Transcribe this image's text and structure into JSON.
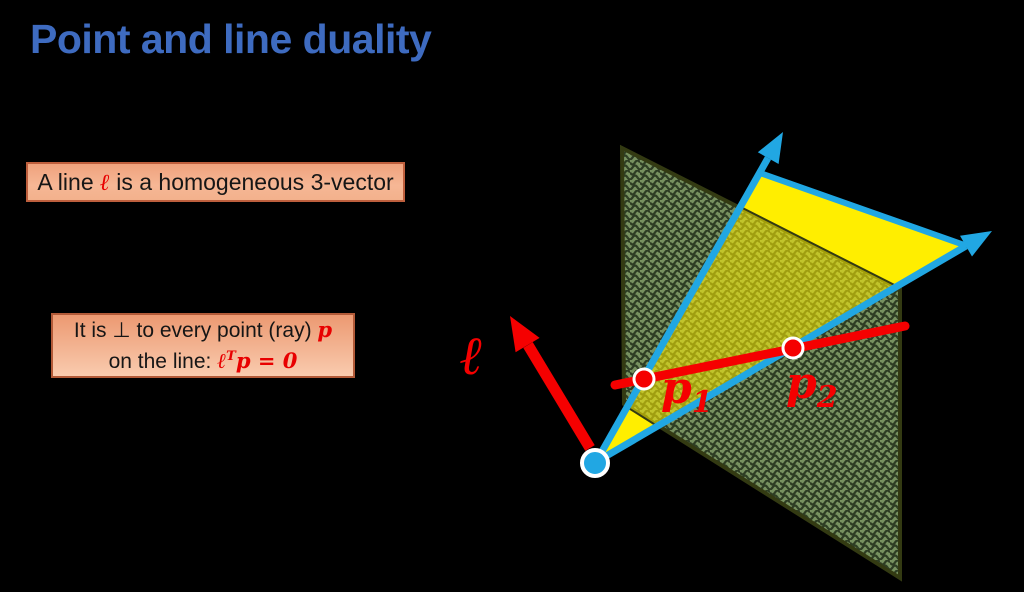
{
  "slide": {
    "title": "Point and line duality"
  },
  "callout1": {
    "prefix": "A line ",
    "l_symbol": "ℓ",
    "suffix": " is a homogeneous 3-vector"
  },
  "callout2": {
    "line1_prefix": "It is ⊥ to every point (ray) ",
    "p_symbol": "p",
    "line2_prefix": "on the line: ",
    "formula_l": "ℓ",
    "formula_sup": "T",
    "formula_p": "p",
    "formula_eq": " = 0"
  },
  "diagram": {
    "line_label": "ℓ",
    "point1_label": "p",
    "point1_sub": "1",
    "point2_label": "p",
    "point2_sub": "2"
  },
  "colors": {
    "title_blue": "#3E6BC0",
    "accent_red": "#F50000",
    "ray_cyan": "#21A7E3",
    "wedge_yellow": "#FFEE00",
    "plane_green": "#77915F",
    "plane_pattern_dark": "#2E3D24",
    "callout_border": "#BE5F3D",
    "background": "#000000"
  }
}
